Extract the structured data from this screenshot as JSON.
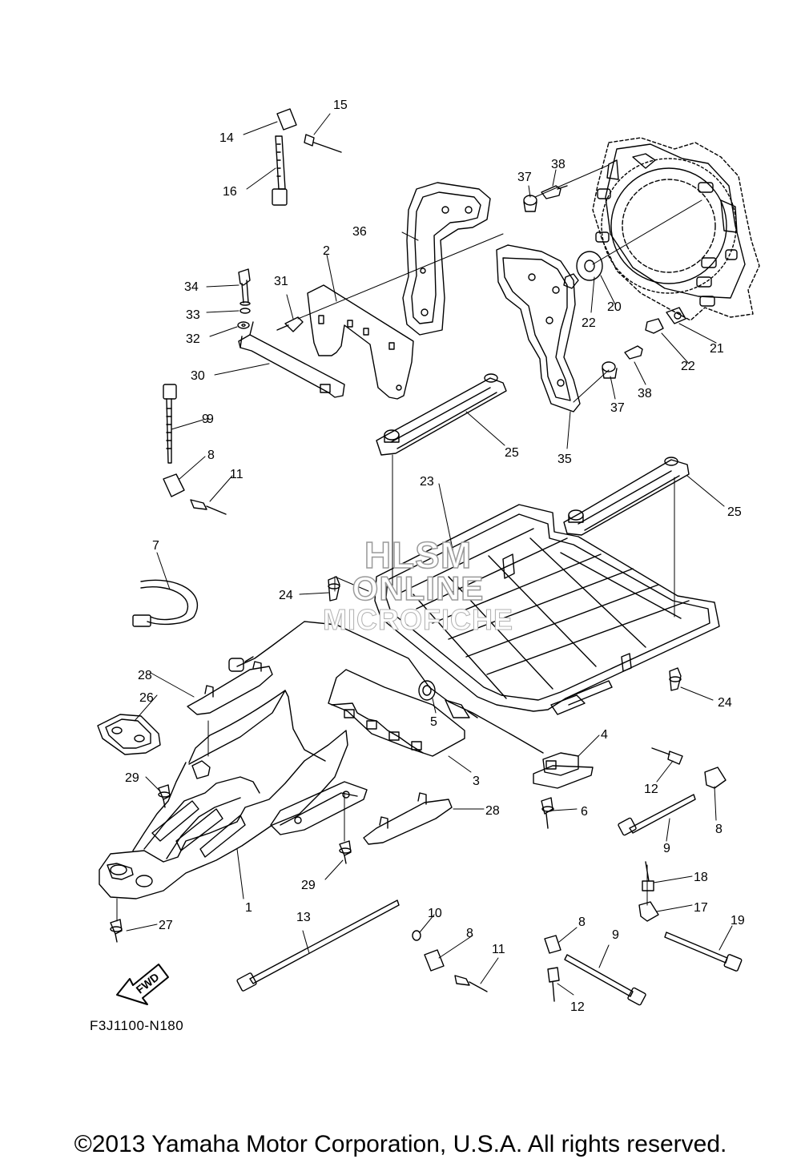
{
  "diagram": {
    "code": "F3J1100-N180",
    "copyright": "©2013 Yamaha Motor Corporation, U.S.A. All rights reserved.",
    "watermark": [
      "HLSM",
      "ONLINE",
      "MICROFICHE"
    ],
    "fwd_label": "FWD",
    "callouts": [
      "1",
      "2",
      "3",
      "4",
      "5",
      "6",
      "7",
      "8",
      "8",
      "8",
      "8",
      "9",
      "9",
      "9",
      "9",
      "10",
      "11",
      "11",
      "12",
      "12",
      "13",
      "14",
      "15",
      "16",
      "17",
      "18",
      "19",
      "20",
      "21",
      "22",
      "22",
      "23",
      "24",
      "24",
      "25",
      "25",
      "26",
      "27",
      "28",
      "28",
      "29",
      "29",
      "30",
      "31",
      "32",
      "33",
      "34",
      "35",
      "36",
      "37",
      "37",
      "38",
      "38"
    ]
  }
}
